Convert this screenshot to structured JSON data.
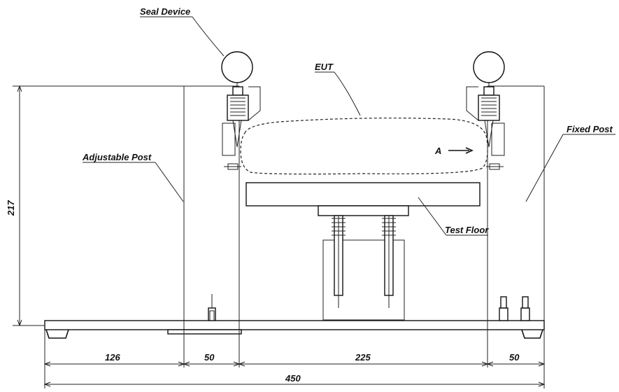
{
  "labels": {
    "seal_device": "Seal Device",
    "eut": "EUT",
    "adjustable_post": "Adjustable Post",
    "fixed_post": "Fixed Post",
    "test_floor": "Test Floor",
    "arrow_a": "A"
  },
  "dimensions": {
    "height": "217",
    "seg1": "126",
    "seg2": "50",
    "seg3": "225",
    "seg4": "50",
    "total": "450"
  }
}
